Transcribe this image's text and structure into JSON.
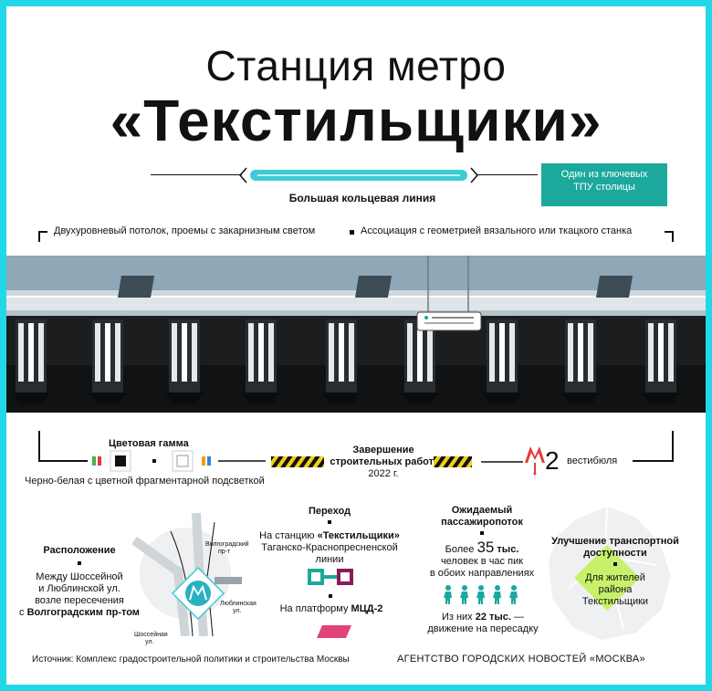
{
  "title": {
    "line1": "Станция метро",
    "line2": "«Текстильщики»"
  },
  "line_label": "Большая кольцевая линия",
  "tpu_badge": {
    "line1": "Один из ключевых",
    "line2": "ТПУ столицы"
  },
  "features": {
    "item1": "Двухуровневый потолок, проемы с закарнизным светом",
    "item2": "Ассоциация с геометрией вязального или ткацкого станка"
  },
  "colors": {
    "label": "Цветовая гамма",
    "caption": "Черно-белая с цветной фрагментарной подсветкой",
    "frame": "#22d8e6",
    "teal": "#1aa99c",
    "bkl": "#3ecbd7",
    "mcd": "#e2437a",
    "tkl": "#8a1a5b",
    "lime": "#c8f06a"
  },
  "completion": {
    "line1": "Завершение",
    "line2": "строительных работ:",
    "line3": "2022 г."
  },
  "vestibules": {
    "count": "2",
    "label": "вестибюля"
  },
  "transfer": {
    "title": "Переход",
    "to_station_prefix": "На станцию ",
    "to_station_name": "«Текстильщики»",
    "line_a": "Таганско-Краснопресненской",
    "line_b": "линии",
    "platform_prefix": "На платформу ",
    "platform_name": "МЦД-2"
  },
  "location": {
    "title": "Расположение",
    "line1": "Между Шоссейной",
    "line2": "и Люблинской ул.",
    "line3": "возле пересечения",
    "line4_prefix": "с ",
    "line4_name": "Волгоградским пр-том",
    "map_label1": "Волгоградский",
    "map_label2": "пр-т",
    "map_label3": "Люблинская",
    "map_label4": "ул.",
    "map_label5": "Шоссейная",
    "map_label6": "ул."
  },
  "passengers": {
    "title1": "Ожидаемый",
    "title2": "пассажиропоток",
    "more": "Более ",
    "number": "35",
    "unit": " тыс.",
    "line2": "человек в час пик",
    "line3": "в обоих направлениях",
    "transfer_prefix": "Из них ",
    "transfer_number": "22 тыс.",
    "transfer_suffix": " —",
    "transfer_line2": "движение на пересадку"
  },
  "transport": {
    "title1": "Улучшение транспортной",
    "title2": "доступности",
    "sub1": "Для жителей",
    "sub2": "района",
    "sub3": "Текстильщики"
  },
  "footer": {
    "source": "Источник: Комплекс градостроительной политики и строительства Москвы",
    "agency": "АГЕНТСТВО ГОРОДСКИХ НОВОСТЕЙ «МОСКВА»"
  }
}
